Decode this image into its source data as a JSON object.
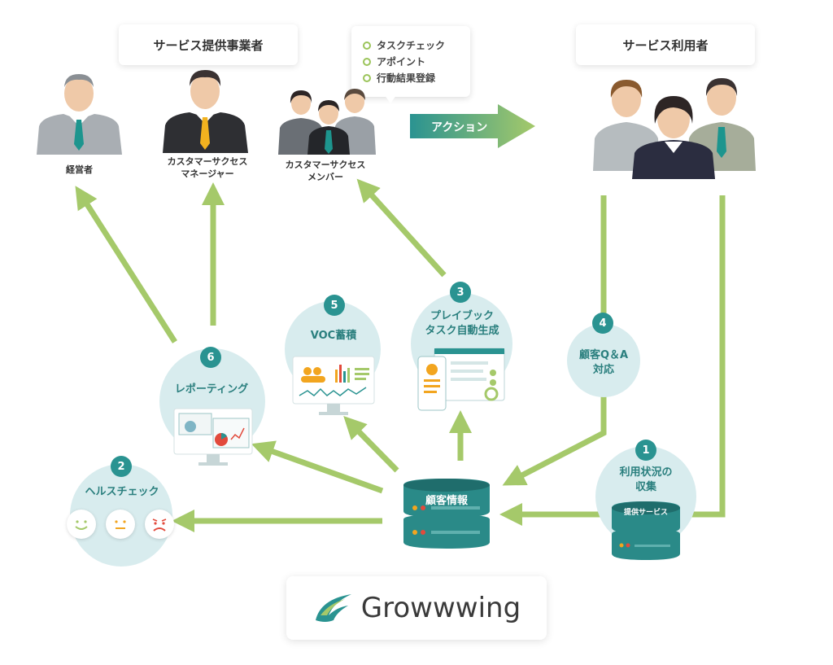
{
  "provider_title": "サービス提供事業者",
  "user_title": "サービス利用者",
  "bubble_items": [
    "タスクチェック",
    "アポイント",
    "行動結果登録"
  ],
  "action_label": "アクション",
  "persons": {
    "executive": "経営者",
    "cs_manager": [
      "カスタマーサクセス",
      "マネージャー"
    ],
    "cs_member": [
      "カスタマーサクセス",
      "メンバー"
    ]
  },
  "features": [
    {
      "num": "1",
      "lines": [
        "利用状況の",
        "収集"
      ]
    },
    {
      "num": "2",
      "lines": [
        "ヘルスチェック"
      ]
    },
    {
      "num": "3",
      "lines": [
        "プレイブック",
        "タスク自動生成"
      ]
    },
    {
      "num": "4",
      "lines": [
        "顧客Q＆A",
        "対応"
      ]
    },
    {
      "num": "5",
      "lines": [
        "VOC蓄積"
      ]
    },
    {
      "num": "6",
      "lines": [
        "レポーティング"
      ]
    }
  ],
  "customer_db_label": "顧客情報",
  "service_db_label": "提供サービス",
  "logo_text": "Growwwing",
  "colors": {
    "arrow": "#a5c96a",
    "teal": "#2a9391",
    "circle": "#d8ecee",
    "db": "#2a8a88"
  }
}
